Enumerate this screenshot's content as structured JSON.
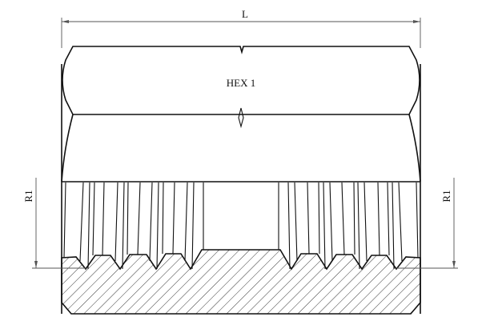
{
  "drawing": {
    "length_label": "L",
    "hex_label": "HEX 1",
    "thread_left_label": "R1",
    "thread_right_label": "R1"
  }
}
